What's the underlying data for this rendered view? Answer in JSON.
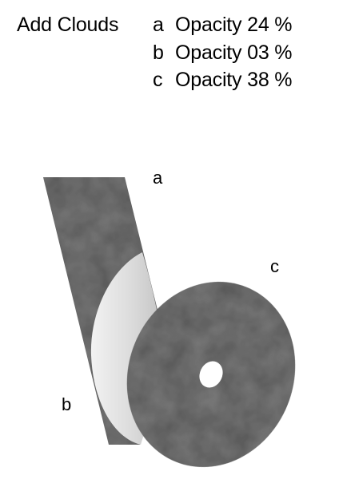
{
  "title": "Add Clouds",
  "layers": [
    {
      "letter": "a",
      "property": "Opacity",
      "value": "24",
      "unit": "%"
    },
    {
      "letter": "b",
      "property": "Opacity",
      "value": "03",
      "unit": "%"
    },
    {
      "letter": "c",
      "property": "Opacity",
      "value": "38",
      "unit": "%"
    }
  ],
  "callouts": {
    "a": "a",
    "b": "b",
    "c": "c"
  },
  "colors": {
    "strip": "#555555",
    "disc": "#555555",
    "curl_light": "#f2f2f2",
    "curl_dark": "#c4c4c4",
    "background": "#ffffff"
  }
}
